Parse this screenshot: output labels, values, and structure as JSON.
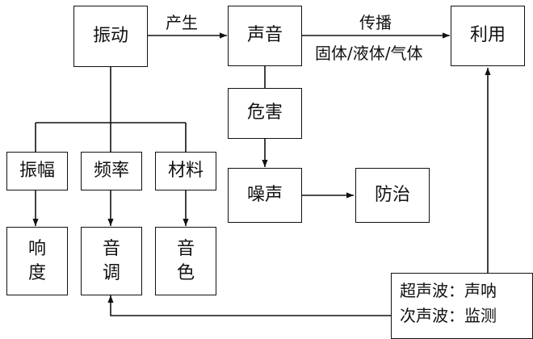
{
  "nodes": {
    "vibration": "振动",
    "sound": "声音",
    "use": "利用",
    "harm": "危害",
    "noise": "噪声",
    "prevention": "防治",
    "amplitude": "振幅",
    "frequency": "频率",
    "material": "材料",
    "loudness": [
      "响",
      "度"
    ],
    "pitch": [
      "音",
      "调"
    ],
    "timbre": [
      "音",
      "色"
    ]
  },
  "edge_labels": {
    "produce": "产生",
    "propagate": "传播",
    "media": "固体/液体/气体"
  },
  "note": {
    "line1": "超声波：声呐",
    "line2": "次声波：监测"
  }
}
